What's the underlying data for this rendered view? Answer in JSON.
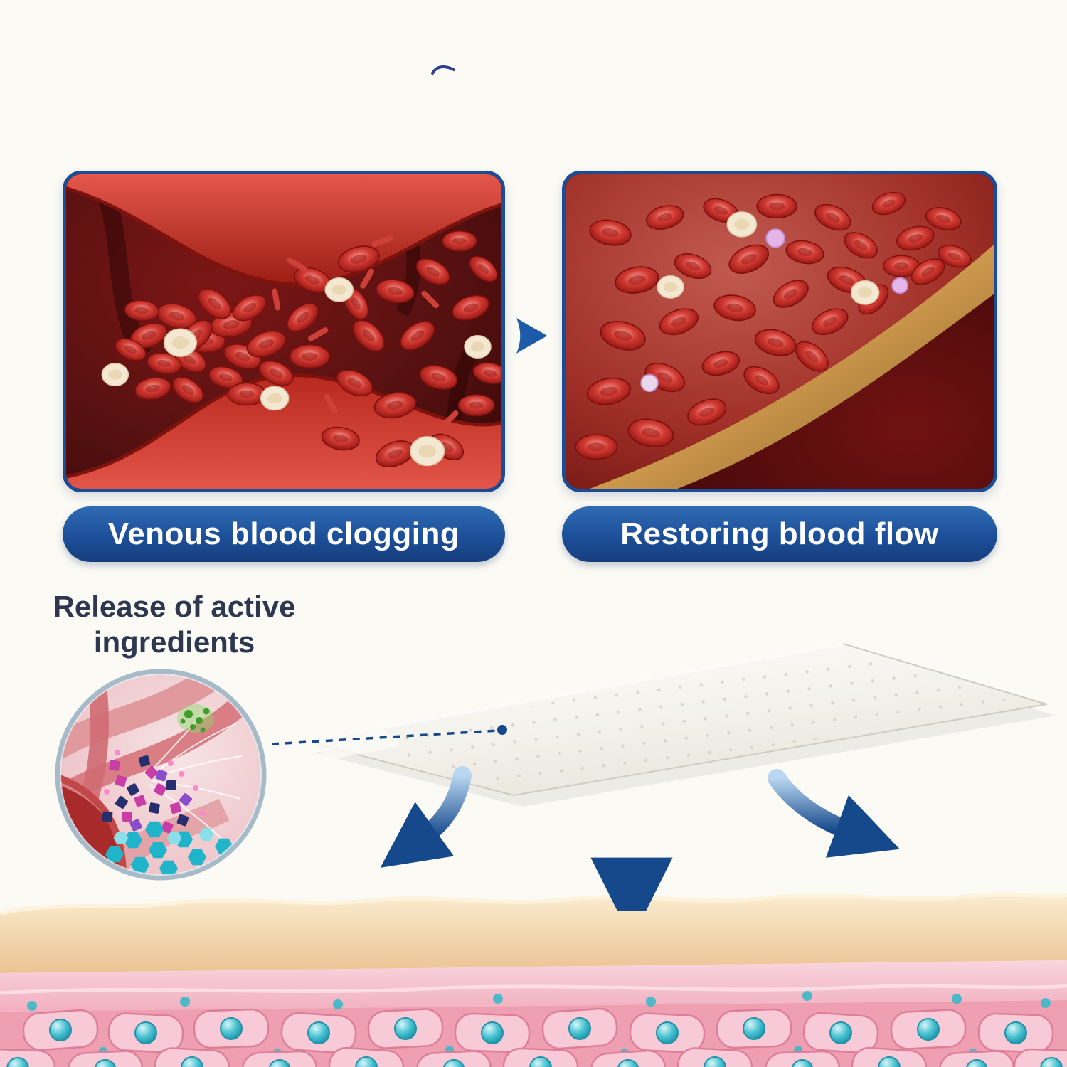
{
  "page": {
    "background": "#fbfaf5"
  },
  "comparison": {
    "before": {
      "label": "Venous blood clogging"
    },
    "after": {
      "label": "Restoring blood flow"
    },
    "arrow_direction": "right"
  },
  "release_note": {
    "line1": "Release of active",
    "line2": "ingredients"
  },
  "icons": {
    "forward_arrow_icon": "right-pointing blue chevron",
    "release_arrow_icons": "three downward blue arrows",
    "connector_icon": "dashed line ending in dot"
  },
  "colors": {
    "panel_border": "#1c4c95",
    "label_background": "#1d4f99",
    "label_text": "#ffffff",
    "note_text": "#2d3850",
    "arrow_blue": "#16498c",
    "blood_red": "#c03028",
    "vessel_gold": "#cf9a4e",
    "skin_cream": "#f2d3a9",
    "skin_pink": "#f2afc0",
    "cell_nucleus_teal": "#3cb9c8"
  }
}
